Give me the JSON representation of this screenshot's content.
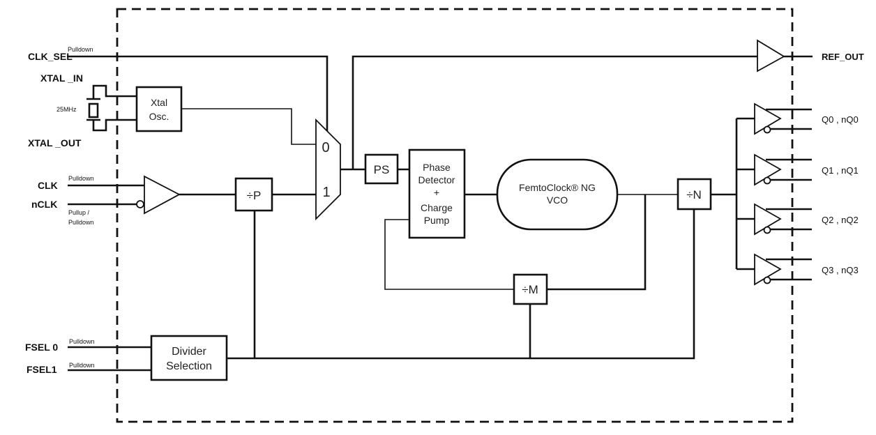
{
  "diagram": {
    "type": "block-diagram",
    "inputs": {
      "clk_sel": {
        "label": "CLK_SEL",
        "note": "Pulldown"
      },
      "xtal_in": {
        "label": "XTAL _IN"
      },
      "xtal_out": {
        "label": "XTAL _OUT"
      },
      "crystal": {
        "label": "25MHz"
      },
      "clk": {
        "label": "CLK",
        "note": "Pulldown"
      },
      "nclk": {
        "label": "nCLK",
        "note_line1": "Pullup /",
        "note_line2": "Pulldown"
      },
      "fsel0": {
        "label": "FSEL 0",
        "note": "Pulldown"
      },
      "fsel1": {
        "label": "FSEL1",
        "note": "Pulldown"
      }
    },
    "blocks": {
      "xtal_osc": {
        "line1": "Xtal",
        "line2": "Osc."
      },
      "div_p": {
        "label": "÷P"
      },
      "mux": {
        "in0": "0",
        "in1": "1"
      },
      "ps": {
        "label": "PS"
      },
      "pfd": {
        "line1": "Phase",
        "line2": "Detector",
        "line3": "+",
        "line4": "Charge",
        "line5": "Pump"
      },
      "vco": {
        "line1": "FemtoClock® NG",
        "line2": "VCO"
      },
      "div_n": {
        "label": "÷N"
      },
      "div_m": {
        "label": "÷M"
      },
      "divider_selection": {
        "line1": "Divider",
        "line2": "Selection"
      }
    },
    "outputs": {
      "ref_out": {
        "label": "REF_OUT"
      },
      "q": [
        {
          "label": "Q0 , nQ0"
        },
        {
          "label": "Q1 , nQ1"
        },
        {
          "label": "Q2 , nQ2"
        },
        {
          "label": "Q3 , nQ3"
        }
      ]
    }
  }
}
